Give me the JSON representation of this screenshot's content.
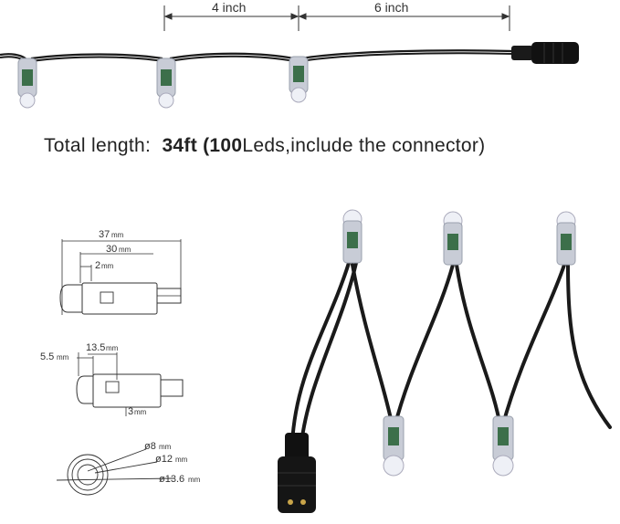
{
  "top_dimensions": {
    "spacing_a": "4 inch",
    "spacing_b": "6 inch"
  },
  "headline": {
    "prefix": "Total length:",
    "length_bold": "34ft (100",
    "suffix": "Leds,include the connector)"
  },
  "pixel_dimensions": {
    "side_view": {
      "overall_value": "37",
      "overall_unit": "mm",
      "body_value": "30",
      "body_unit": "mm",
      "tip_value": "2",
      "tip_unit": "mm"
    },
    "profile_view": {
      "flange_value": "5.5",
      "flange_unit": "mm",
      "head_value": "13.5",
      "head_unit": "mm",
      "pin_value": "3",
      "pin_unit": "mm"
    },
    "front_view": {
      "inner_value": "ø8",
      "inner_unit": "mm",
      "body_value": "ø12",
      "body_unit": "mm",
      "outer_value": "ø13.6",
      "outer_unit": "mm"
    }
  },
  "colors": {
    "cable": "#1a1a1a",
    "led_body": "#c8ccd6",
    "led_lens": "#eef0f6",
    "chip_green": "#3c6f4a",
    "dim_line": "#333333"
  }
}
